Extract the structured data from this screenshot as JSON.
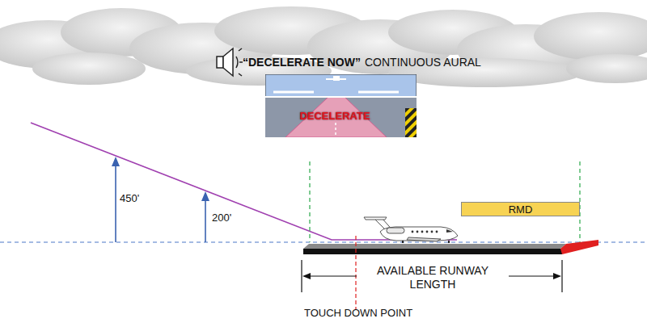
{
  "diagram": {
    "nodes": [
      {
        "text": [
          "DECELERATE"
        ]
      },
      {
        "text": [
          "RMD"
        ]
      }
    ],
    "labels": [
      "“DECELERATE NOW”",
      "CONTINUOUS AURAL",
      "450'",
      "200'",
      "AVAILABLE RUNWAY LENGTH",
      "TOUCH DOWN POINT"
    ]
  }
}
